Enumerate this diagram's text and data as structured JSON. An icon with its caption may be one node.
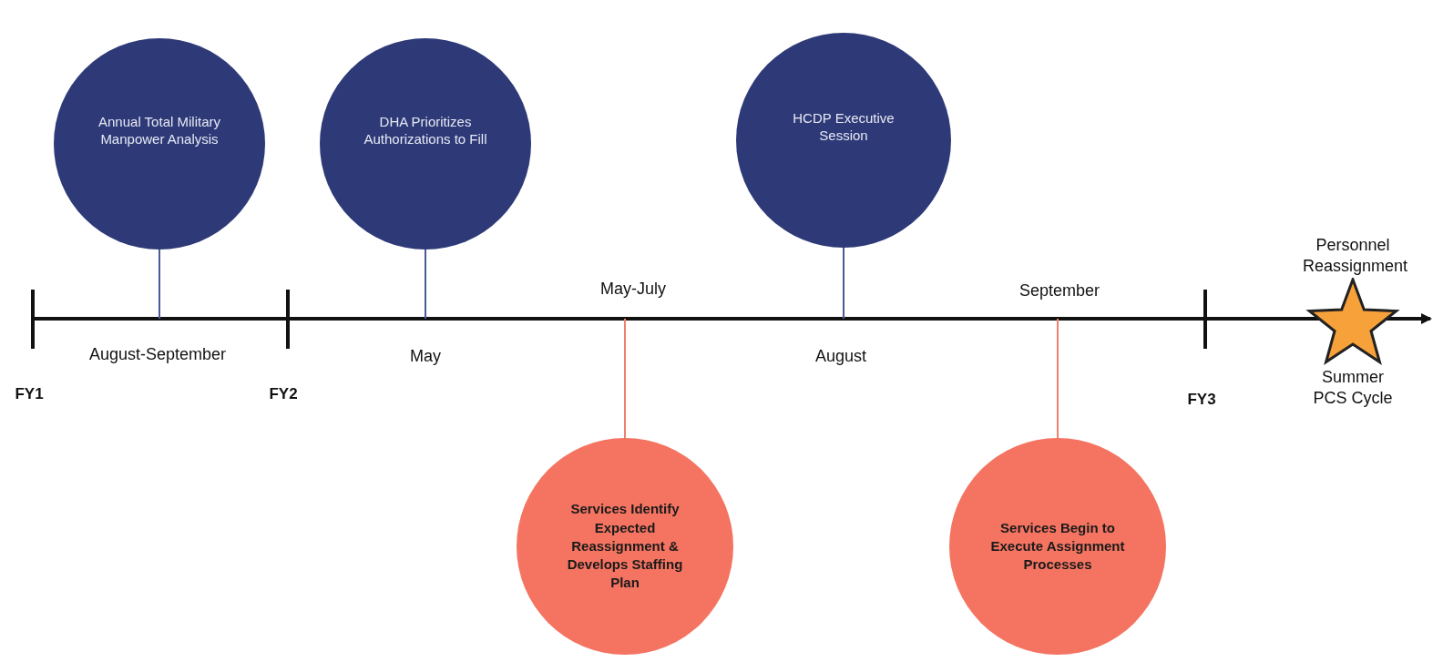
{
  "diagram": {
    "nodes": [
      {
        "text": [
          "Annual Total Military Manpower Analysis"
        ]
      },
      {
        "text": [
          "DHA Prioritizes Authorizations to Fill"
        ]
      },
      {
        "text": [
          "HCDP Executive Session"
        ]
      },
      {
        "text": [
          "Services Identify Expected Reassignment & Develops Staffing Plan"
        ]
      },
      {
        "text": [
          "Services Begin to Execute Assignment Processes"
        ]
      },
      {
        "text": [
          "Personnel Reassignment",
          "Summer PCS Cycle"
        ]
      }
    ],
    "edges": [
      {
        "from": 0,
        "to": null,
        "arrow": "none"
      },
      {
        "from": 1,
        "to": null,
        "arrow": "none"
      },
      {
        "from": 2,
        "to": null,
        "arrow": "none"
      },
      {
        "from": 3,
        "to": null,
        "arrow": "none",
        "color": "#f08070"
      },
      {
        "from": 4,
        "to": null,
        "arrow": "none",
        "color": "#f08070"
      }
    ],
    "labels": [
      "May-July",
      "September",
      "August-September",
      "May",
      "August",
      "FY1",
      "FY2",
      "FY3"
    ]
  }
}
